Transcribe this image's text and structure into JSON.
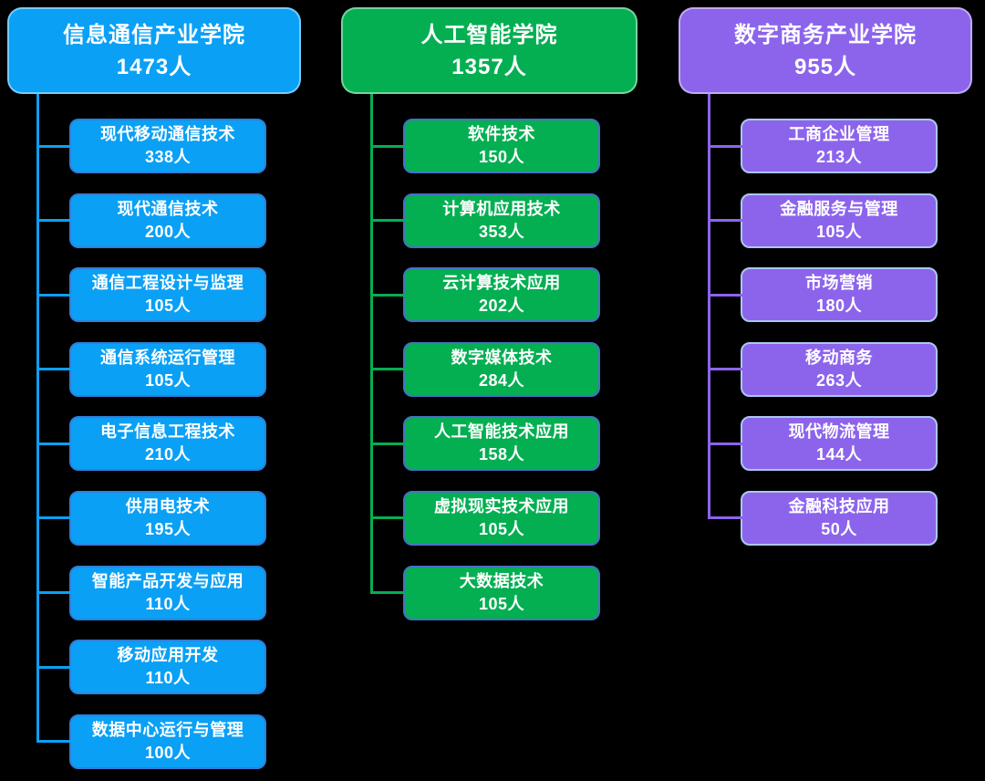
{
  "page": {
    "background": "#000000"
  },
  "colors": {
    "blue": "#0AA0F5",
    "green": "#04AF52",
    "purple": "#8C64EC",
    "blue-child-border": "#2F7FD9",
    "green-child-border": "#4472C4",
    "purple-child-border": "#A9C7F0",
    "header-border": "rgba(255,255,255,0.45)"
  },
  "columns": [
    {
      "title": "信息通信产业学院",
      "count": "1473人",
      "color": "#0AA0F5",
      "children": [
        {
          "label": "现代移动通信技术",
          "count": "338人"
        },
        {
          "label": "现代通信技术",
          "count": "200人"
        },
        {
          "label": "通信工程设计与监理",
          "count": "105人"
        },
        {
          "label": "通信系统运行管理",
          "count": "105人"
        },
        {
          "label": "电子信息工程技术",
          "count": "210人"
        },
        {
          "label": "供用电技术",
          "count": "195人"
        },
        {
          "label": "智能产品开发与应用",
          "count": "110人"
        },
        {
          "label": "移动应用开发",
          "count": "110人"
        },
        {
          "label": "数据中心运行与管理",
          "count": "100人"
        }
      ]
    },
    {
      "title": "人工智能学院",
      "count": "1357人",
      "color": "#04AF52",
      "children": [
        {
          "label": "软件技术",
          "count": "150人"
        },
        {
          "label": "计算机应用技术",
          "count": "353人"
        },
        {
          "label": "云计算技术应用",
          "count": "202人"
        },
        {
          "label": "数字媒体技术",
          "count": "284人"
        },
        {
          "label": "人工智能技术应用",
          "count": "158人"
        },
        {
          "label": "虚拟现实技术应用",
          "count": "105人"
        },
        {
          "label": "大数据技术",
          "count": "105人"
        }
      ]
    },
    {
      "title": "数字商务产业学院",
      "count": "955人",
      "color": "#8C64EC",
      "children": [
        {
          "label": "工商企业管理",
          "count": "213人"
        },
        {
          "label": "金融服务与管理",
          "count": "105人"
        },
        {
          "label": "市场营销",
          "count": "180人"
        },
        {
          "label": "移动商务",
          "count": "263人"
        },
        {
          "label": "现代物流管理",
          "count": "144人"
        },
        {
          "label": "金融科技应用",
          "count": "50人"
        }
      ]
    }
  ]
}
